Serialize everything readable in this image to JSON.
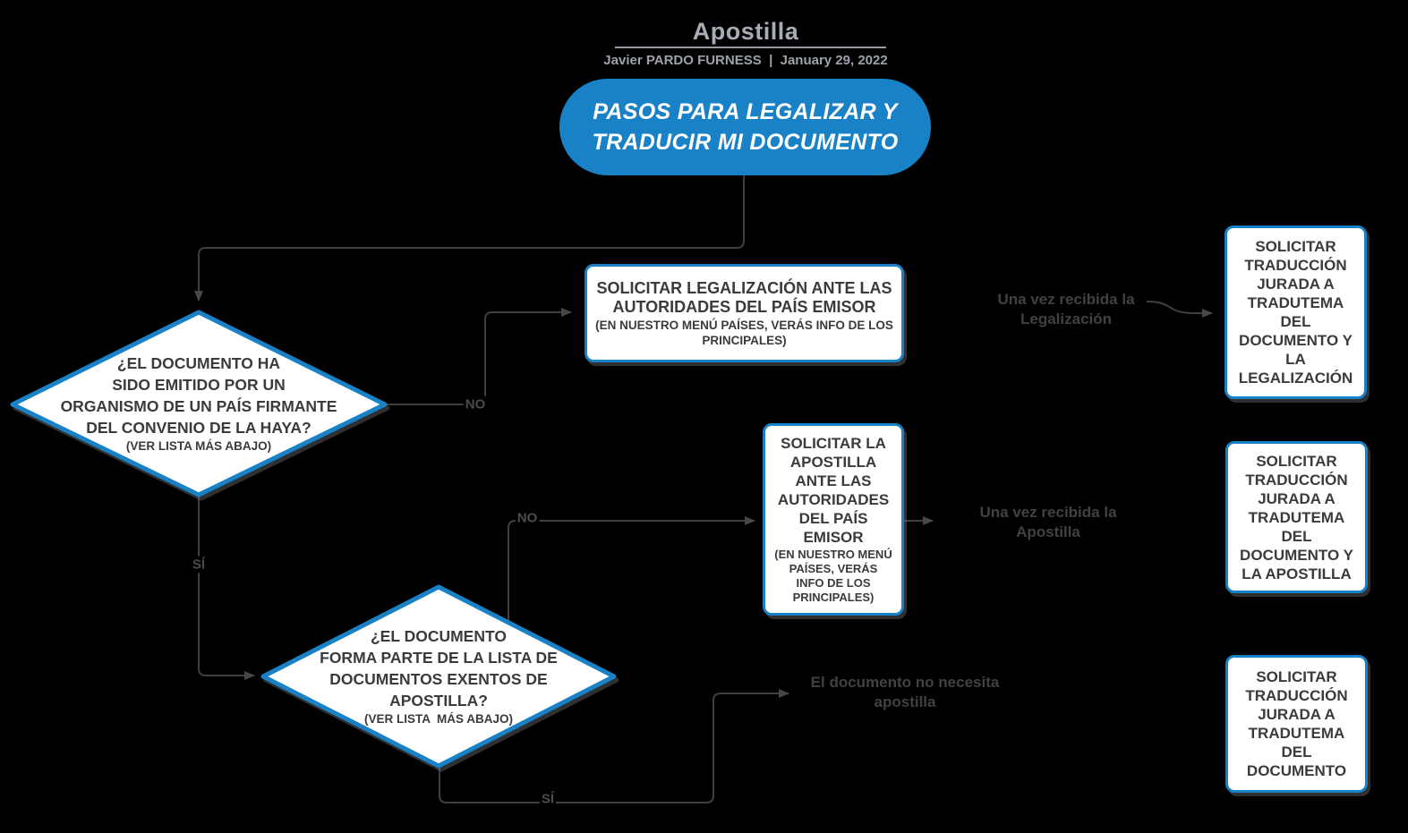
{
  "header": {
    "title": "Apostilla",
    "byline": "Javier PARDO FURNESS  |  January 29, 2022"
  },
  "colors": {
    "accent_blue": "#1981c5",
    "shape_fill": "#ffffff",
    "box_text": "#3a3b3d",
    "wire_gray": "#3f4042",
    "label_gray": "#4c4d50",
    "title_gray": "#a8acb5",
    "background": "#000000"
  },
  "start_bubble": {
    "text": "PASOS PARA LEGALIZAR Y\nTRADUCIR MI DOCUMENTO"
  },
  "decision1": {
    "question": "¿EL DOCUMENTO HA\nSIDO EMITIDO POR UN\nORGANISMO DE UN PAÍS FIRMANTE\nDEL CONVENIO DE LA HAYA?",
    "note": "(VER LISTA MÁS ABAJO)"
  },
  "decision2": {
    "question": "¿EL DOCUMENTO\nFORMA PARTE DE LA LISTA DE\nDOCUMENTOS EXENTOS DE\nAPOSTILLA?",
    "note": "(VER LISTA  MÁS ABAJO)"
  },
  "process_legalizacion": {
    "title": "SOLICITAR LEGALIZACIÓN ANTE LAS\nAUTORIDADES DEL PAÍS EMISOR",
    "note": "(EN NUESTRO MENÚ PAÍSES, VERÁS INFO DE LOS\nPRINCIPALES)"
  },
  "process_apostilla": {
    "title": "SOLICITAR LA\nAPOSTILLA\nANTE LAS\nAUTORIDADES\nDEL PAÍS\nEMISOR",
    "note": "(EN NUESTRO MENÚ\nPAÍSES, VERÁS\nINFO DE LOS\nPRINCIPALES)"
  },
  "result_legalizacion": {
    "text": "SOLICITAR\nTRADUCCIÓN\nJURADA A\nTRADUTEMA\nDEL\nDOCUMENTO Y\nLA\nLEGALIZACIÓN"
  },
  "result_apostilla": {
    "text": "SOLICITAR\nTRADUCCIÓN\nJURADA A\nTRADUTEMA\nDEL\nDOCUMENTO Y\nLA APOSTILLA"
  },
  "result_documento": {
    "text": "SOLICITAR\nTRADUCCIÓN\nJURADA A\nTRADUTEMA\nDEL\nDOCUMENTO"
  },
  "edge_labels": {
    "no1": "NO",
    "si1": "SÍ",
    "no2": "NO",
    "si2": "SÍ"
  },
  "annotations": {
    "recibida_legalizacion": "Una vez recibida la\nLegalización",
    "recibida_apostilla": "Una vez recibida la\nApostilla",
    "no_necesita": "El documento no necesita\napostilla"
  }
}
